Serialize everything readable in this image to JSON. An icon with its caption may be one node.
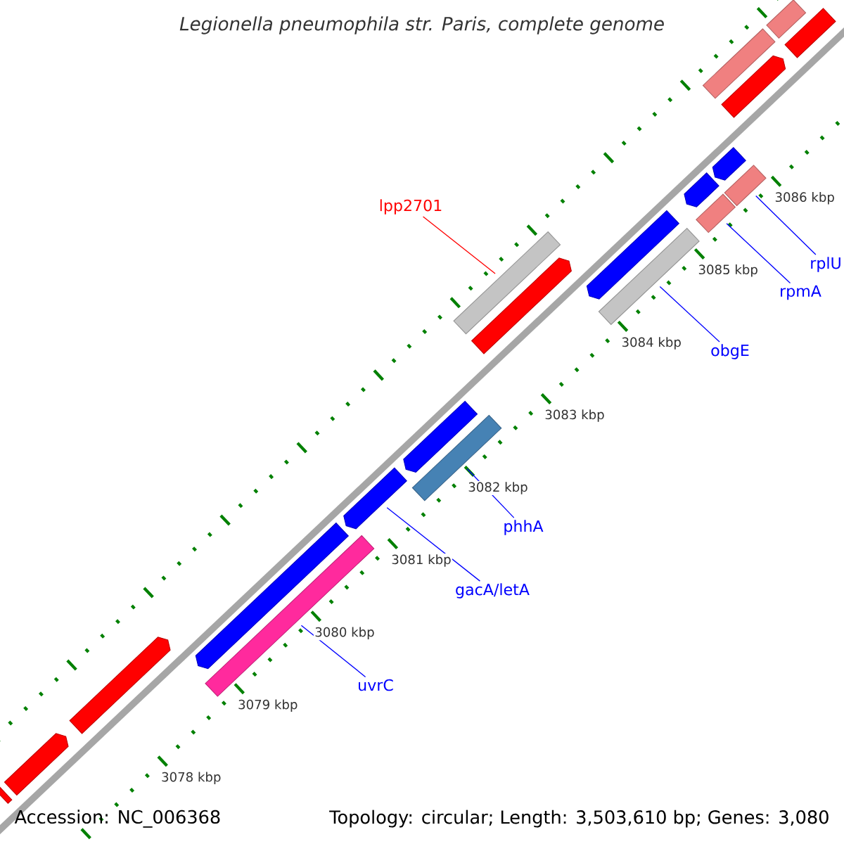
{
  "diagram": {
    "title": "Legionella pneumophila str. Paris, complete genome",
    "nodes": [
      {
        "text": [],
        "shape": "bar"
      },
      {
        "text": [],
        "shape": "bar"
      },
      {
        "text": [],
        "shape": "bar"
      },
      {
        "text": [],
        "shape": "bar"
      },
      {
        "text": [],
        "shape": "bar"
      },
      {
        "text": [],
        "shape": "bar"
      },
      {
        "text": [],
        "shape": "bar"
      },
      {
        "text": [],
        "shape": "bar"
      },
      {
        "text": [],
        "shape": "bar"
      },
      {
        "text": [],
        "shape": "bar"
      },
      {
        "text": [],
        "shape": "bar"
      },
      {
        "text": [],
        "shape": "bar"
      },
      {
        "text": [],
        "shape": "bar"
      },
      {
        "text": [],
        "shape": "bar"
      },
      {
        "text": [],
        "shape": "bar"
      },
      {
        "text": [],
        "shape": "bar"
      },
      {
        "text": [],
        "shape": "bar"
      },
      {
        "text": [],
        "shape": "bar"
      },
      {
        "text": [],
        "shape": "bar"
      },
      {
        "text": [],
        "shape": "bar"
      },
      {
        "text": [
          "lpp2701"
        ]
      },
      {
        "text": [
          "obgE"
        ]
      },
      {
        "text": [
          "rpmA"
        ]
      },
      {
        "text": [
          "rplU"
        ]
      },
      {
        "text": [
          "phhA"
        ]
      },
      {
        "text": [
          "gacA/letA"
        ]
      },
      {
        "text": [
          "uvrC"
        ]
      }
    ],
    "edges": [
      {
        "from": 20,
        "to": 8,
        "arrow": "none",
        "color": "#ff0000"
      },
      {
        "from": 21,
        "to": 11,
        "arrow": "none"
      },
      {
        "from": 22,
        "to": 13,
        "arrow": "none"
      },
      {
        "from": 23,
        "to": 15,
        "arrow": "none"
      },
      {
        "from": 24,
        "to": 7,
        "arrow": "none"
      },
      {
        "from": 25,
        "to": 5,
        "arrow": "none"
      },
      {
        "from": 26,
        "to": 4,
        "arrow": "none"
      }
    ],
    "labels": [
      "3086 kbp",
      "3085 kbp",
      "3084 kbp",
      "3083 kbp",
      "3082 kbp",
      "3081 kbp",
      "3080 kbp",
      "3079 kbp",
      "3078 kbp",
      "Accession: NC_006368",
      "Topology: circular; Length: 3,503,610 bp; Genes: 3,080"
    ]
  }
}
